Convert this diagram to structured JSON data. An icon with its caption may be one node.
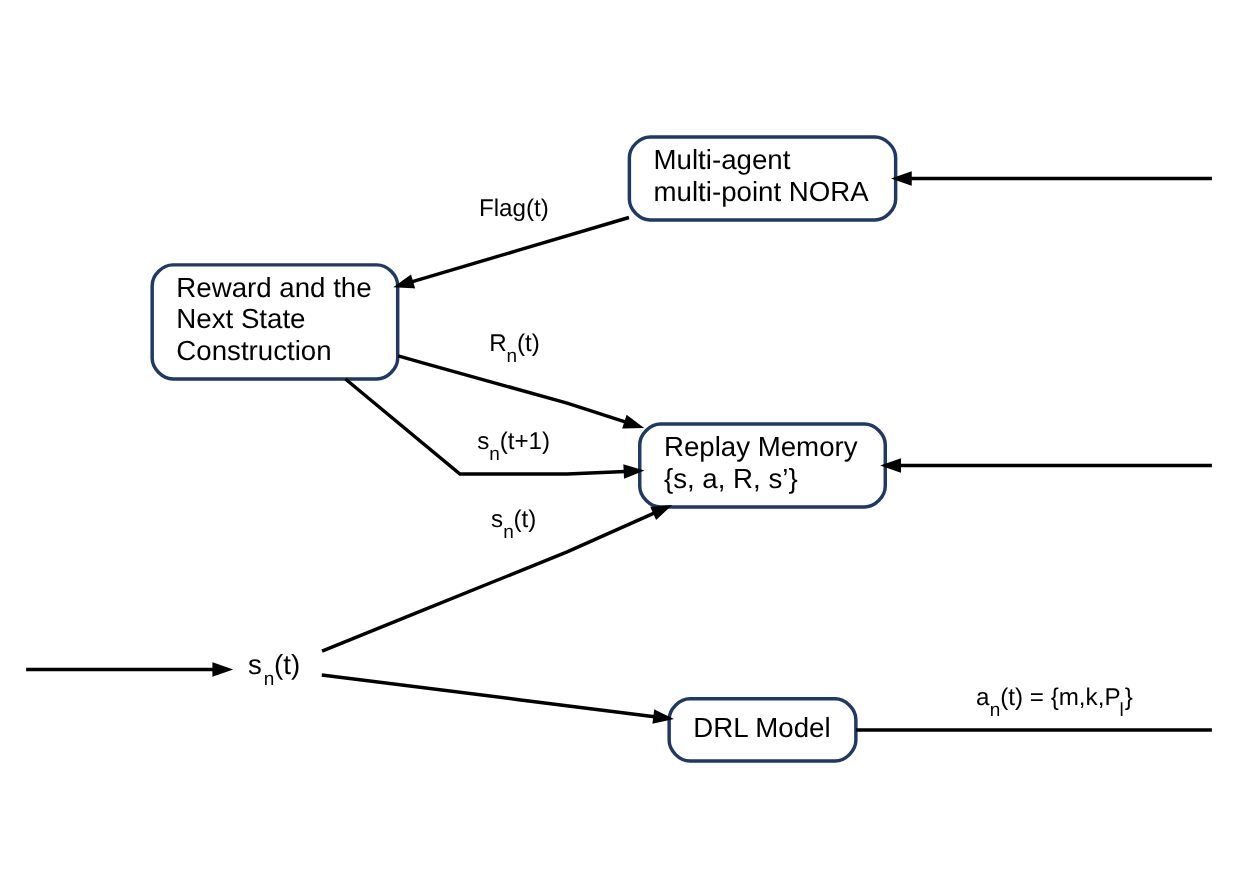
{
  "diagram": {
    "nodes": [
      {
        "text": [
          "s$_{n}$(t)"
        ]
      },
      {
        "text": [
          "DRL Model"
        ]
      },
      {
        "text": [
          "Replay Memory {s, a, R, s’}"
        ]
      },
      {
        "text": [
          "Reward and the Next State Construction"
        ]
      },
      {
        "text": [
          "Multi-agent multi-point NORA"
        ]
      }
    ],
    "edges": [
      {
        "from": null,
        "to": 0,
        "arrow": "to"
      },
      {
        "from": 0,
        "to": 1,
        "arrow": "to"
      },
      {
        "from": 1,
        "to": null,
        "arrow": "none",
        "label": "a$_{n}$(t) = {m,k,P$_{l}$}"
      },
      {
        "from": 0,
        "to": 2,
        "arrow": "to",
        "label": "s$_{n}$(t)"
      },
      {
        "from": null,
        "to": 2,
        "arrow": "to"
      },
      {
        "from": 3,
        "to": 2,
        "arrow": "to",
        "label": "s$_{n}$(t+1)"
      },
      {
        "from": 3,
        "to": 2,
        "arrow": "to",
        "label": "R$_{n}$(t)"
      },
      {
        "from": null,
        "to": 4,
        "arrow": "to"
      },
      {
        "from": 4,
        "to": 3,
        "arrow": "to",
        "label": "Flag(t)"
      }
    ]
  }
}
